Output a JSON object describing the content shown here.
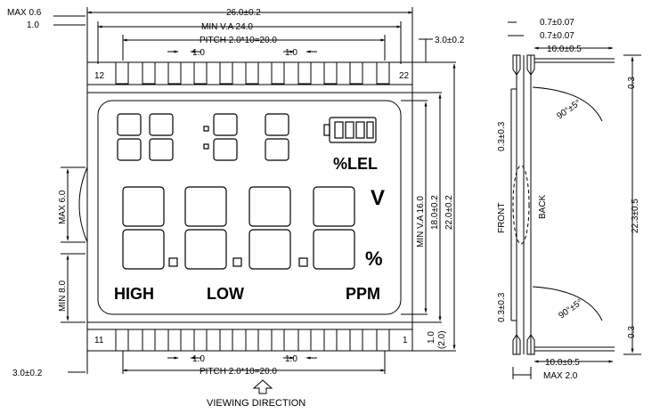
{
  "front_view": {
    "top": {
      "max_thickness": "MAX 0.6",
      "gap_left": "1.0",
      "overall_width": "26.0±0.2",
      "min_va_width": "MIN V.A 24.0",
      "pitch_top": "PITCH 2.0*10=20.0",
      "pin_width_left": "1.0",
      "pin_width_right": "1.0",
      "pin_length": "3.0±0.2"
    },
    "pins": {
      "top_left": "12",
      "top_right": "22",
      "bottom_left": "11",
      "bottom_right": "1"
    },
    "left": {
      "max_height": "MAX 6.0",
      "min_height": "MIN 8.0"
    },
    "right": {
      "min_va_height": "MIN V.A 16.0",
      "glass_height": "18.0±0.2",
      "overall_height": "22.0±0.2",
      "gap_bottom": "1.0",
      "gap_bottom_ref": "(2.0)"
    },
    "bottom": {
      "pin_length": "3.0±0.2",
      "pin_width_left": "1.0",
      "pin_width_right": "1.0",
      "pitch_bottom": "PITCH 2.0*10=20.0",
      "viewing_direction": "VIEWING DIRECTION"
    },
    "segments": {
      "unit_top": "%LEL",
      "unit_v": "V",
      "unit_percent": "%",
      "high": "HIGH",
      "low": "LOW",
      "ppm": "PPM"
    }
  },
  "side_view": {
    "top_thickness_1": "0.7±0.07",
    "top_thickness_2": "0.7±0.07",
    "top_pin_length": "10.0±0.5",
    "top_gap": "0.3",
    "seal_top": "0.3±0.3",
    "angle_top": "90°±5°",
    "front": "FRONT",
    "back": "BACK",
    "overall": "22.3±0.5",
    "seal_bottom": "0.3±0.3",
    "angle_bottom": "90°±5°",
    "bottom_gap": "0.3",
    "bottom_pin_length": "10.0±0.5",
    "max_thickness": "MAX 2.0"
  }
}
